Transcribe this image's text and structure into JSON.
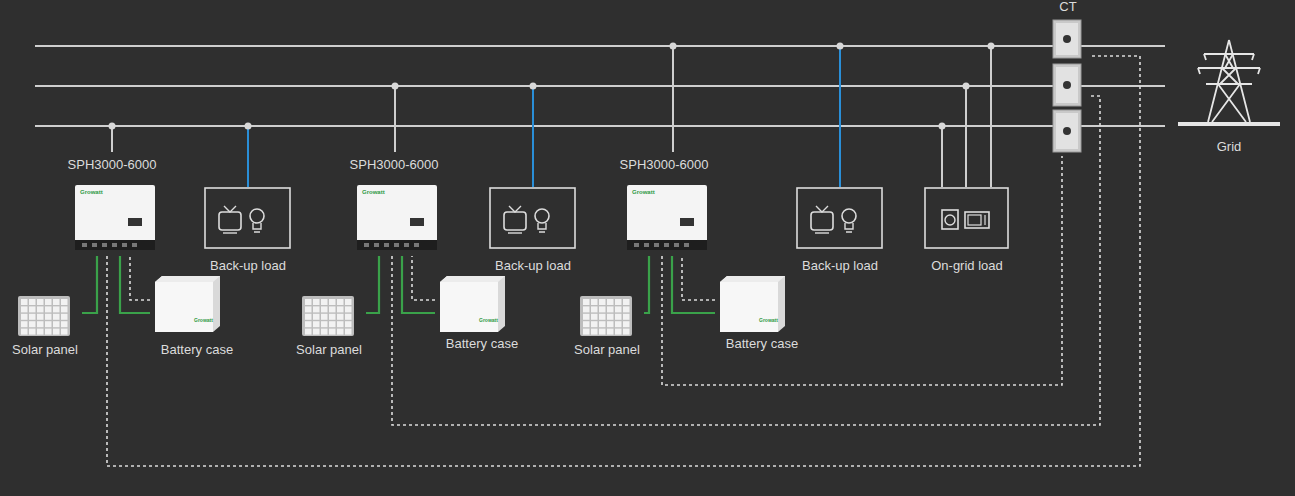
{
  "diagram": {
    "nodes": [
      {
        "text": [
          "SPH3000-6000",
          "Growatt"
        ]
      },
      {
        "text": [
          "Back-up load"
        ]
      },
      {
        "text": [
          "Solar panel"
        ]
      },
      {
        "text": [
          "Battery case",
          "Growatt"
        ]
      },
      {
        "text": [
          "SPH3000-6000",
          "Growatt"
        ]
      },
      {
        "text": [
          "Back-up load"
        ]
      },
      {
        "text": [
          "Solar panel"
        ]
      },
      {
        "text": [
          "Battery case",
          "Growatt"
        ]
      },
      {
        "text": [
          "SPH3000-6000",
          "Growatt"
        ]
      },
      {
        "text": [
          "Back-up load"
        ]
      },
      {
        "text": [
          "Solar panel"
        ]
      },
      {
        "text": [
          "Battery case",
          "Growatt"
        ]
      },
      {
        "text": [
          "On-grid load"
        ]
      },
      {
        "text": [
          "CT"
        ]
      },
      {
        "text": [
          "Grid"
        ]
      }
    ],
    "edges": [
      {
        "from": 2,
        "to": 0,
        "arrow": "none"
      },
      {
        "from": 3,
        "to": 0,
        "arrow": "none"
      },
      {
        "from": 3,
        "to": 0,
        "arrow": "none"
      },
      {
        "from": 0,
        "to": 13,
        "arrow": "none"
      },
      {
        "from": 6,
        "to": 4,
        "arrow": "none"
      },
      {
        "from": 7,
        "to": 4,
        "arrow": "none"
      },
      {
        "from": 7,
        "to": 4,
        "arrow": "none"
      },
      {
        "from": 4,
        "to": 13,
        "arrow": "none"
      },
      {
        "from": 10,
        "to": 8,
        "arrow": "none"
      },
      {
        "from": 11,
        "to": 8,
        "arrow": "none"
      },
      {
        "from": 11,
        "to": 8,
        "arrow": "none"
      },
      {
        "from": 8,
        "to": 13,
        "arrow": "none"
      }
    ]
  }
}
